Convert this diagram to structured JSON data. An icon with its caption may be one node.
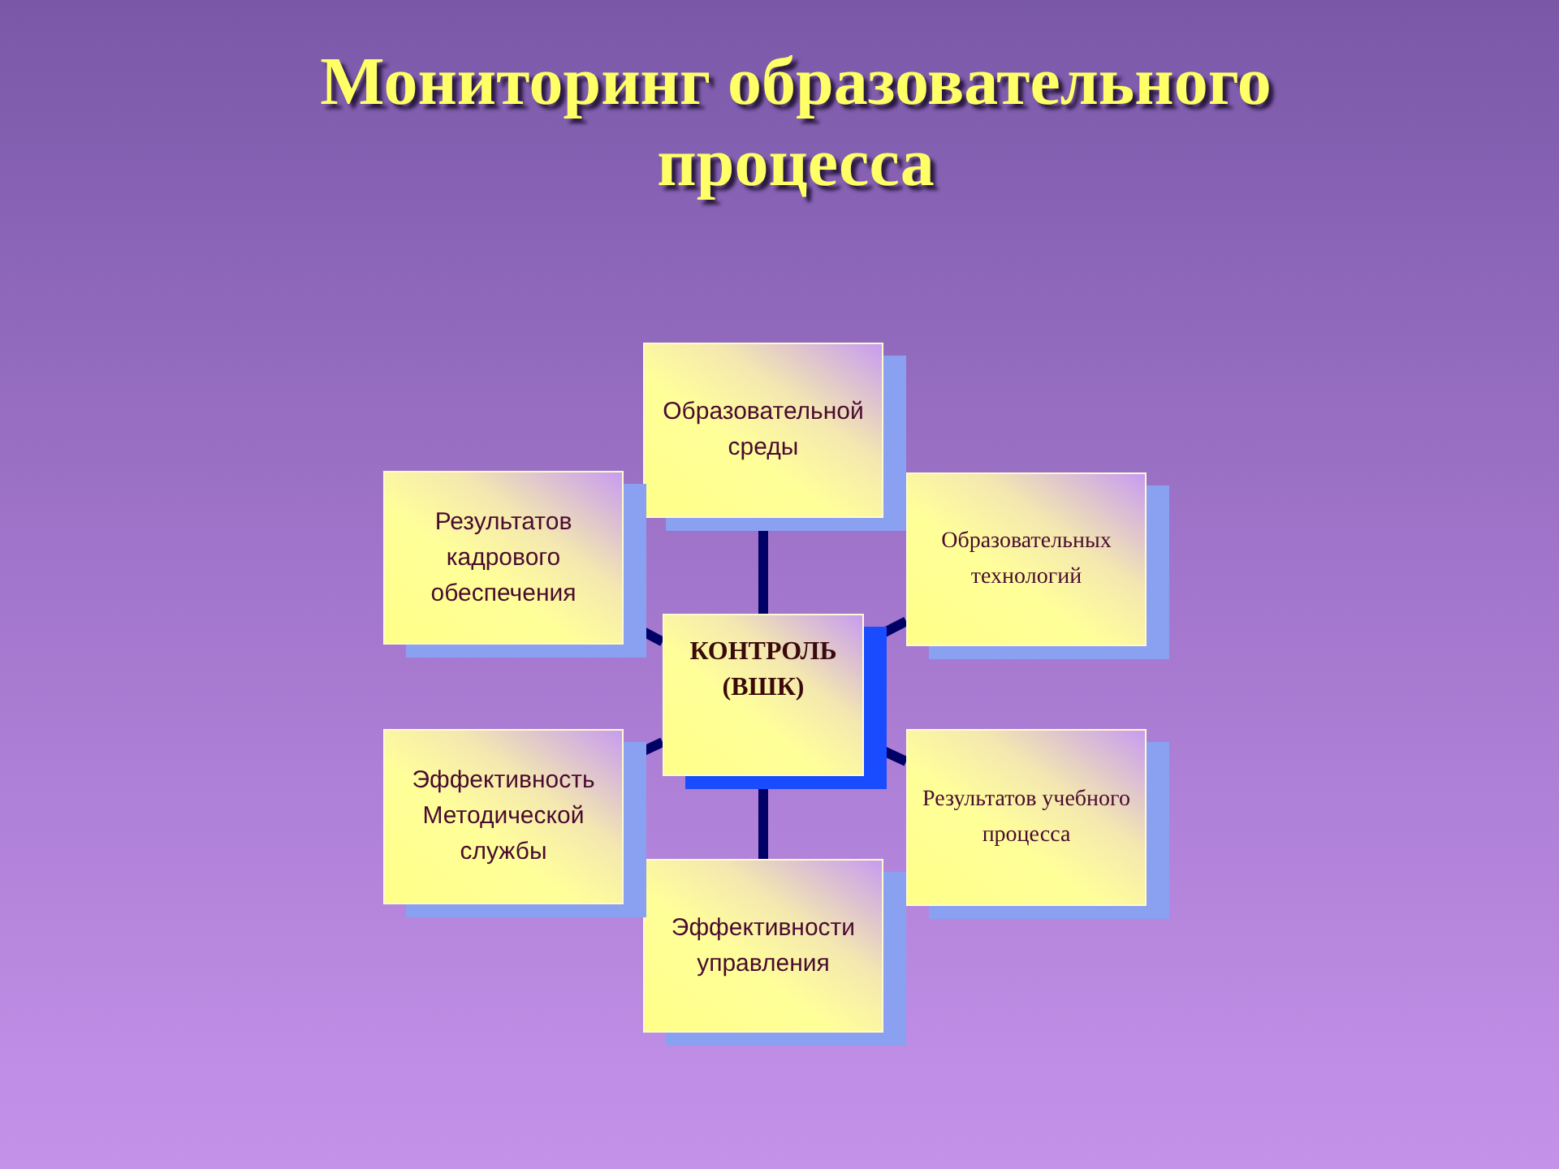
{
  "diagram": {
    "title": "Мониторинг образовательного процесса",
    "nodes": [
      {
        "text": [
          "КОНТРОЛЬ (ВШК)"
        ]
      },
      {
        "text": [
          "Образовательной среды"
        ]
      },
      {
        "text": [
          "Образовательных технологий"
        ]
      },
      {
        "text": [
          "Результатов учебного процесса"
        ]
      },
      {
        "text": [
          "Эффективности управления"
        ]
      },
      {
        "text": [
          "Эффективность Методической службы"
        ]
      },
      {
        "text": [
          "Результатов кадрового обеспечения"
        ]
      }
    ],
    "edges": [
      {
        "from": 0,
        "to": 1,
        "arrow": "none"
      },
      {
        "from": 0,
        "to": 2,
        "arrow": "none"
      },
      {
        "from": 0,
        "to": 3,
        "arrow": "none"
      },
      {
        "from": 0,
        "to": 4,
        "arrow": "none"
      },
      {
        "from": 0,
        "to": 5,
        "arrow": "none"
      },
      {
        "from": 0,
        "to": 6,
        "arrow": "none"
      }
    ]
  }
}
